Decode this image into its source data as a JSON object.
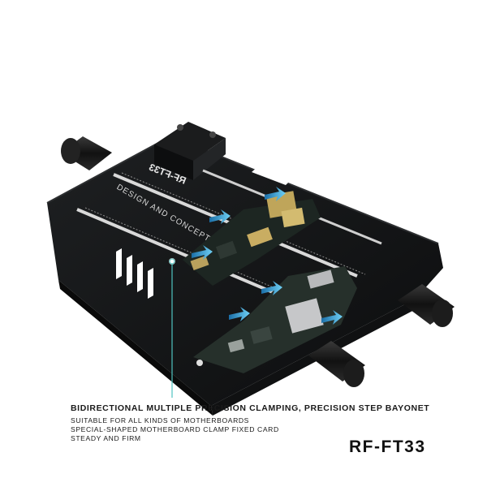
{
  "product": {
    "model": "RF-FT33",
    "fixture_engraving": "RF-FT33",
    "side_text": "DESIGN AND CONCEPT"
  },
  "caption": {
    "headline": "BIDIRECTIONAL MULTIPLE PRECISION CLAMPING, PRECISION STEP BAYONET",
    "features": [
      "SUITABLE FOR ALL KINDS OF MOTHERBOARDS",
      "SPECIAL-SHAPED MOTHERBOARD CLAMP FIXED CARD",
      "STEADY AND FIRM"
    ]
  },
  "colors": {
    "fixture_body": "#151617",
    "fixture_edge": "#2a2c2e",
    "rail": "#d9d9d9",
    "pcb": "#1f2a24",
    "callout": "#4fc3c0",
    "arrow": "#2a9fd6"
  }
}
